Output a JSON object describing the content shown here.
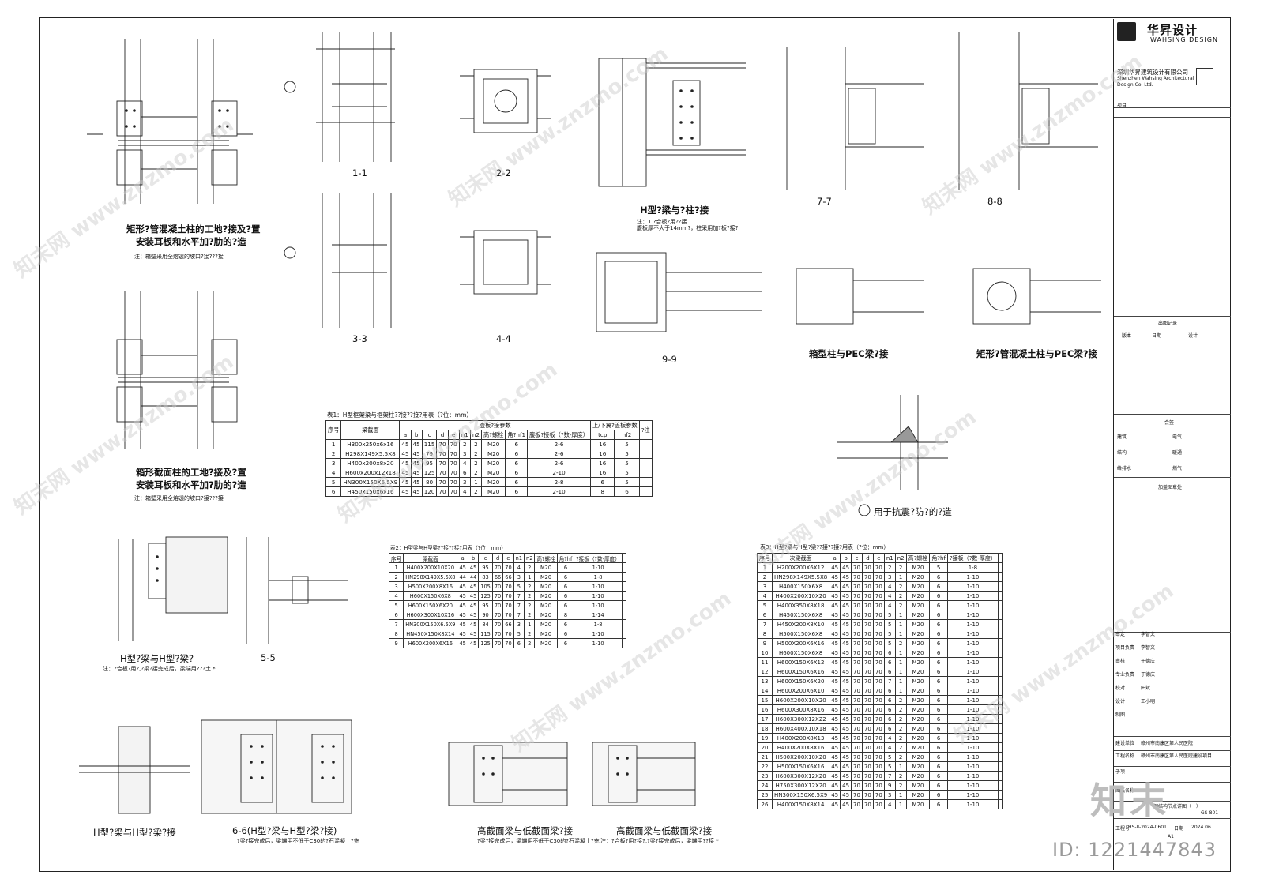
{
  "captions": {
    "rect_site_joint": "矩形?管混凝土柱的工地?接及?置",
    "rect_site_joint_2": "安装耳板和水平加?肋的?造",
    "rect_note": "注：箱壁采用全熔透的坡口?接???接",
    "box_site_joint": "箱形截面柱的工地?接及?置",
    "box_site_joint_2": "安装耳板和水平加?肋的?造",
    "box_note": "注：箱壁采用全熔透的坡口?接???接",
    "sec_1_1": "1-1",
    "sec_2_2": "2-2",
    "sec_3_3": "3-3",
    "sec_4_4": "4-4",
    "h_beam_col": "H型?梁与?柱?接",
    "h_beam_col_note1": "注：1.?合板?用??接",
    "h_beam_col_note2": "腹板厚不大于14mm?，柱采用加?板?接?",
    "sec_9_9": "9-9",
    "sec_7_7": "7-7",
    "sec_8_8": "8-8",
    "box_pec": "箱型柱与PEC梁?接",
    "rect_pec": "矩形?管混凝土柱与PEC梁?接",
    "anti_seismic": "用于抗震?防?的?造",
    "h_h_beam": "H型?梁与H型?梁?",
    "h_h_note": "注：?合板?用?,?梁?接完成后，梁端用???土 *",
    "sec_5_5": "5-5",
    "h_h_beam_joint": "H型?梁与H型?梁?接",
    "sec_6_6": "6-6(H型?梁与H型?梁?接)",
    "sec_6_6_note": "?梁?接完成后，梁端用不低于C30的?石混凝土?充",
    "high_low_1": "高截面梁与低截面梁?接",
    "high_low_1_note": "?梁?接完成后，梁端用不低于C30的?石混凝土?充",
    "high_low_2": "高截面梁与低截面梁?接",
    "high_low_2_note": "注：?合板?用?接?,?梁?接完成后，梁端用??接 *"
  },
  "table1": {
    "title": "表1：H型框架梁与框架柱??接??接?用表（?位：mm）",
    "header_groups": [
      "序号",
      "梁截面",
      "腹板?接参数",
      "上/下翼?盖板参数",
      "?注"
    ],
    "columns": [
      "a",
      "b",
      "c",
      "d",
      "e",
      "n1",
      "n2",
      "高?螺栓",
      "角?hf1",
      "腹板?接板（?数-厚度）",
      "tcp",
      "hf2"
    ],
    "rows": [
      [
        "1",
        "H300x250x6x16",
        "45",
        "45",
        "115",
        "70",
        "70",
        "2",
        "2",
        "M20",
        "6",
        "2-6",
        "16",
        "5"
      ],
      [
        "2",
        "H298X149X5.5X8",
        "45",
        "45",
        "79",
        "70",
        "70",
        "3",
        "2",
        "M20",
        "6",
        "2-6",
        "16",
        "5"
      ],
      [
        "3",
        "H400x200x8x20",
        "45",
        "45",
        "95",
        "70",
        "70",
        "4",
        "2",
        "M20",
        "6",
        "2-6",
        "16",
        "5"
      ],
      [
        "4",
        "H600x200x12x18",
        "45",
        "45",
        "125",
        "70",
        "70",
        "6",
        "2",
        "M20",
        "6",
        "2-10",
        "16",
        "5"
      ],
      [
        "5",
        "HN300X150X6.5X9",
        "45",
        "45",
        "80",
        "70",
        "70",
        "3",
        "1",
        "M20",
        "6",
        "2-8",
        "6",
        "5"
      ],
      [
        "6",
        "H450x150x6x16",
        "45",
        "45",
        "120",
        "70",
        "70",
        "4",
        "2",
        "M20",
        "6",
        "2-10",
        "8",
        "6"
      ]
    ]
  },
  "table2": {
    "title": "表2：H型梁与H型梁??接??接?用表（?位：mm）",
    "columns": [
      "序号",
      "梁截面",
      "a",
      "b",
      "c",
      "d",
      "e",
      "n1",
      "n2",
      "高?螺栓",
      "角?hf",
      "?接板（?数-厚度）"
    ],
    "rows": [
      [
        "1",
        "H400X200X10X20",
        "45",
        "45",
        "95",
        "70",
        "70",
        "4",
        "2",
        "M20",
        "6",
        "1-10"
      ],
      [
        "2",
        "HN298X149X5.5X8",
        "44",
        "44",
        "83",
        "66",
        "66",
        "3",
        "1",
        "M20",
        "6",
        "1-8"
      ],
      [
        "3",
        "H500X200X8X16",
        "45",
        "45",
        "105",
        "70",
        "70",
        "5",
        "2",
        "M20",
        "6",
        "1-10"
      ],
      [
        "4",
        "H600X150X6X8",
        "45",
        "45",
        "125",
        "70",
        "70",
        "7",
        "2",
        "M20",
        "6",
        "1-10"
      ],
      [
        "5",
        "H600X150X6X20",
        "45",
        "45",
        "95",
        "70",
        "70",
        "7",
        "2",
        "M20",
        "6",
        "1-10"
      ],
      [
        "6",
        "H600X300X10X16",
        "45",
        "45",
        "90",
        "70",
        "70",
        "7",
        "2",
        "M20",
        "8",
        "1-14"
      ],
      [
        "7",
        "HN300X150X6.5X9",
        "45",
        "45",
        "84",
        "70",
        "66",
        "3",
        "1",
        "M20",
        "6",
        "1-8"
      ],
      [
        "8",
        "HN450X150X8X14",
        "45",
        "45",
        "115",
        "70",
        "70",
        "5",
        "2",
        "M20",
        "6",
        "1-10"
      ],
      [
        "9",
        "H600X200X6X16",
        "45",
        "45",
        "125",
        "70",
        "70",
        "6",
        "2",
        "M20",
        "6",
        "1-10"
      ]
    ]
  },
  "table3": {
    "title": "表3：H型?梁与H型?梁??接??接?用表（?位：mm）",
    "columns": [
      "序号",
      "次梁截面",
      "a",
      "b",
      "c",
      "d",
      "e",
      "n1",
      "n2",
      "高?螺栓",
      "角?hf",
      "?接板（?数-厚度）"
    ],
    "rows": [
      [
        "1",
        "H200X200X6X12",
        "45",
        "45",
        "70",
        "70",
        "70",
        "2",
        "2",
        "M20",
        "5",
        "1-8"
      ],
      [
        "2",
        "HN298X149X5.5X8",
        "45",
        "45",
        "70",
        "70",
        "70",
        "3",
        "1",
        "M20",
        "6",
        "1-10"
      ],
      [
        "3",
        "H400X150X6X8",
        "45",
        "45",
        "70",
        "70",
        "70",
        "4",
        "2",
        "M20",
        "6",
        "1-10"
      ],
      [
        "4",
        "H400X200X10X20",
        "45",
        "45",
        "70",
        "70",
        "70",
        "4",
        "2",
        "M20",
        "6",
        "1-10"
      ],
      [
        "5",
        "H400X350X8X18",
        "45",
        "45",
        "70",
        "70",
        "70",
        "4",
        "2",
        "M20",
        "6",
        "1-10"
      ],
      [
        "6",
        "H450X150X6X8",
        "45",
        "45",
        "70",
        "70",
        "70",
        "5",
        "1",
        "M20",
        "6",
        "1-10"
      ],
      [
        "7",
        "H450X200X8X10",
        "45",
        "45",
        "70",
        "70",
        "70",
        "5",
        "1",
        "M20",
        "6",
        "1-10"
      ],
      [
        "8",
        "H500X150X6X8",
        "45",
        "45",
        "70",
        "70",
        "70",
        "5",
        "1",
        "M20",
        "6",
        "1-10"
      ],
      [
        "9",
        "H500X200X6X16",
        "45",
        "45",
        "70",
        "70",
        "70",
        "5",
        "2",
        "M20",
        "6",
        "1-10"
      ],
      [
        "10",
        "H600X150X6X8",
        "45",
        "45",
        "70",
        "70",
        "70",
        "6",
        "1",
        "M20",
        "6",
        "1-10"
      ],
      [
        "11",
        "H600X150X6X12",
        "45",
        "45",
        "70",
        "70",
        "70",
        "6",
        "1",
        "M20",
        "6",
        "1-10"
      ],
      [
        "12",
        "H600X150X6X16",
        "45",
        "45",
        "70",
        "70",
        "70",
        "6",
        "1",
        "M20",
        "6",
        "1-10"
      ],
      [
        "13",
        "H600X150X6X20",
        "45",
        "45",
        "70",
        "70",
        "70",
        "7",
        "1",
        "M20",
        "6",
        "1-10"
      ],
      [
        "14",
        "H600X200X6X10",
        "45",
        "45",
        "70",
        "70",
        "70",
        "6",
        "1",
        "M20",
        "6",
        "1-10"
      ],
      [
        "15",
        "H600X200X10X20",
        "45",
        "45",
        "70",
        "70",
        "70",
        "6",
        "2",
        "M20",
        "6",
        "1-10"
      ],
      [
        "16",
        "H600X300X8X16",
        "45",
        "45",
        "70",
        "70",
        "70",
        "6",
        "2",
        "M20",
        "6",
        "1-10"
      ],
      [
        "17",
        "H600X300X12X22",
        "45",
        "45",
        "70",
        "70",
        "70",
        "6",
        "2",
        "M20",
        "6",
        "1-10"
      ],
      [
        "18",
        "H600X400X10X18",
        "45",
        "45",
        "70",
        "70",
        "70",
        "6",
        "2",
        "M20",
        "6",
        "1-10"
      ],
      [
        "19",
        "H400X200X8X13",
        "45",
        "45",
        "70",
        "70",
        "70",
        "4",
        "2",
        "M20",
        "6",
        "1-10"
      ],
      [
        "20",
        "H400X200X8X16",
        "45",
        "45",
        "70",
        "70",
        "70",
        "4",
        "2",
        "M20",
        "6",
        "1-10"
      ],
      [
        "21",
        "H500X200X10X20",
        "45",
        "45",
        "70",
        "70",
        "70",
        "5",
        "2",
        "M20",
        "6",
        "1-10"
      ],
      [
        "22",
        "H500X150X6X16",
        "45",
        "45",
        "70",
        "70",
        "70",
        "5",
        "1",
        "M20",
        "6",
        "1-10"
      ],
      [
        "23",
        "H600X300X12X20",
        "45",
        "45",
        "70",
        "70",
        "70",
        "7",
        "2",
        "M20",
        "6",
        "1-10"
      ],
      [
        "24",
        "H750X300X12X20",
        "45",
        "45",
        "70",
        "70",
        "70",
        "9",
        "2",
        "M20",
        "6",
        "1-10"
      ],
      [
        "25",
        "HN300X150X6.5X9",
        "45",
        "45",
        "70",
        "70",
        "70",
        "3",
        "1",
        "M20",
        "6",
        "1-10"
      ],
      [
        "26",
        "H400X150X8X14",
        "45",
        "45",
        "70",
        "70",
        "70",
        "4",
        "1",
        "M20",
        "6",
        "1-10"
      ]
    ]
  },
  "title_block": {
    "company_cn": "华昇设计",
    "company_en": "WAHSING DESIGN",
    "company_full_cn": "深圳华昇建筑设计有限公司",
    "company_full_en1": "Shenzhen Wahsing Architectural",
    "company_full_en2": "Design Co. Ltd.",
    "project_label": "项目",
    "revision_title": "出图记录",
    "revision_cols": [
      "版本",
      "日期",
      "设计"
    ],
    "sign_title": "会签",
    "sign_rows": [
      [
        "建筑",
        "电气"
      ],
      [
        "结构",
        "暖通"
      ],
      [
        "给排水",
        "燃气"
      ]
    ],
    "stamp_title": "加盖图章处",
    "approval_rows": [
      "审定",
      "项目负责",
      "审核",
      "专业负责",
      "校对",
      "设计",
      "制图"
    ],
    "approval_names": [
      "李智文",
      "李智文",
      "于德庆",
      "于德庆",
      "田斌",
      "王小明",
      ""
    ],
    "client_label": "建设单位",
    "client_value": "赣州市南康区第人民医院",
    "project_name_label": "工程名称",
    "project_name_value": "赣州市南康区第人民医院建设项目",
    "sub_label": "子项",
    "drawing_label": "图纸名称",
    "drawing_value": "钢结构节点详图（一）",
    "drawing_no": "GS-801",
    "project_no_label": "工程号",
    "project_no": "HS-II-2024-0601",
    "date_label": "日期",
    "date": "2024.06",
    "scale": "A1"
  },
  "watermarks": [
    "知末网 www.znzmo.com"
  ],
  "corner_brand": "知末",
  "corner_id": "ID: 1221447843"
}
